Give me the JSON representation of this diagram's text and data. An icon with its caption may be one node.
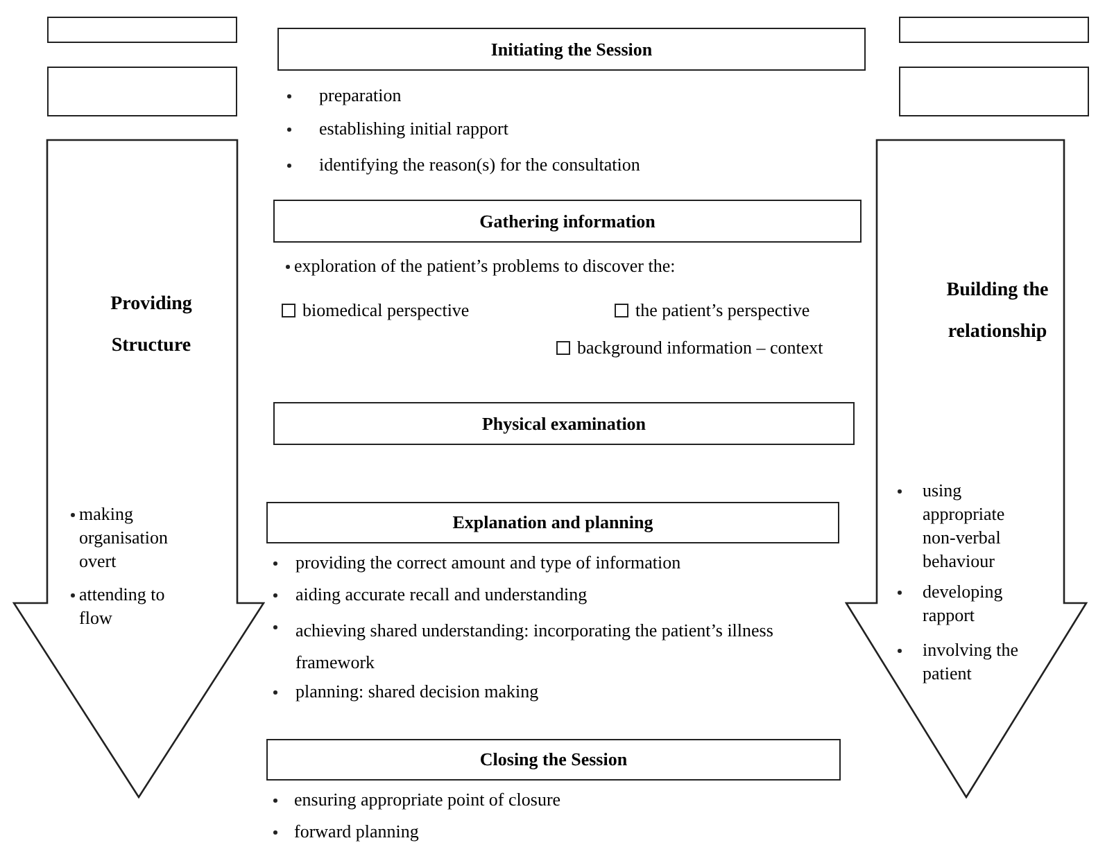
{
  "diagram": {
    "nodes": [
      {
        "text": [],
        "shape": "box"
      },
      {
        "text": [],
        "shape": "box"
      },
      {
        "text": [
          "Providing Structure",
          "making organisation overt",
          "attending to flow"
        ]
      },
      {
        "text": [
          "Initiating the Session"
        ],
        "beside": [
          "preparation",
          "establishing initial rapport",
          "identifying the reason(s) for the consultation"
        ]
      },
      {
        "text": [
          "Gathering information"
        ],
        "beside": [
          "exploration of the patient’s problems to discover the:",
          "biomedical perspective",
          "the patient’s perspective",
          "background information – context"
        ]
      },
      {
        "text": [
          "Physical examination"
        ]
      },
      {
        "text": [
          "Explanation and planning"
        ],
        "beside": [
          "providing the correct amount and type of information",
          "aiding accurate recall and understanding",
          "achieving shared understanding: incorporating the patient’s illness framework",
          "planning: shared decision making"
        ]
      },
      {
        "text": [
          "Closing the Session"
        ],
        "beside": [
          "ensuring appropriate point of closure",
          "forward planning"
        ]
      },
      {
        "text": [],
        "shape": "box"
      },
      {
        "text": [],
        "shape": "box"
      },
      {
        "text": [
          "Building the relationship",
          "using appropriate non-verbal behaviour",
          "developing rapport",
          "involving the patient"
        ]
      }
    ],
    "edges": []
  }
}
